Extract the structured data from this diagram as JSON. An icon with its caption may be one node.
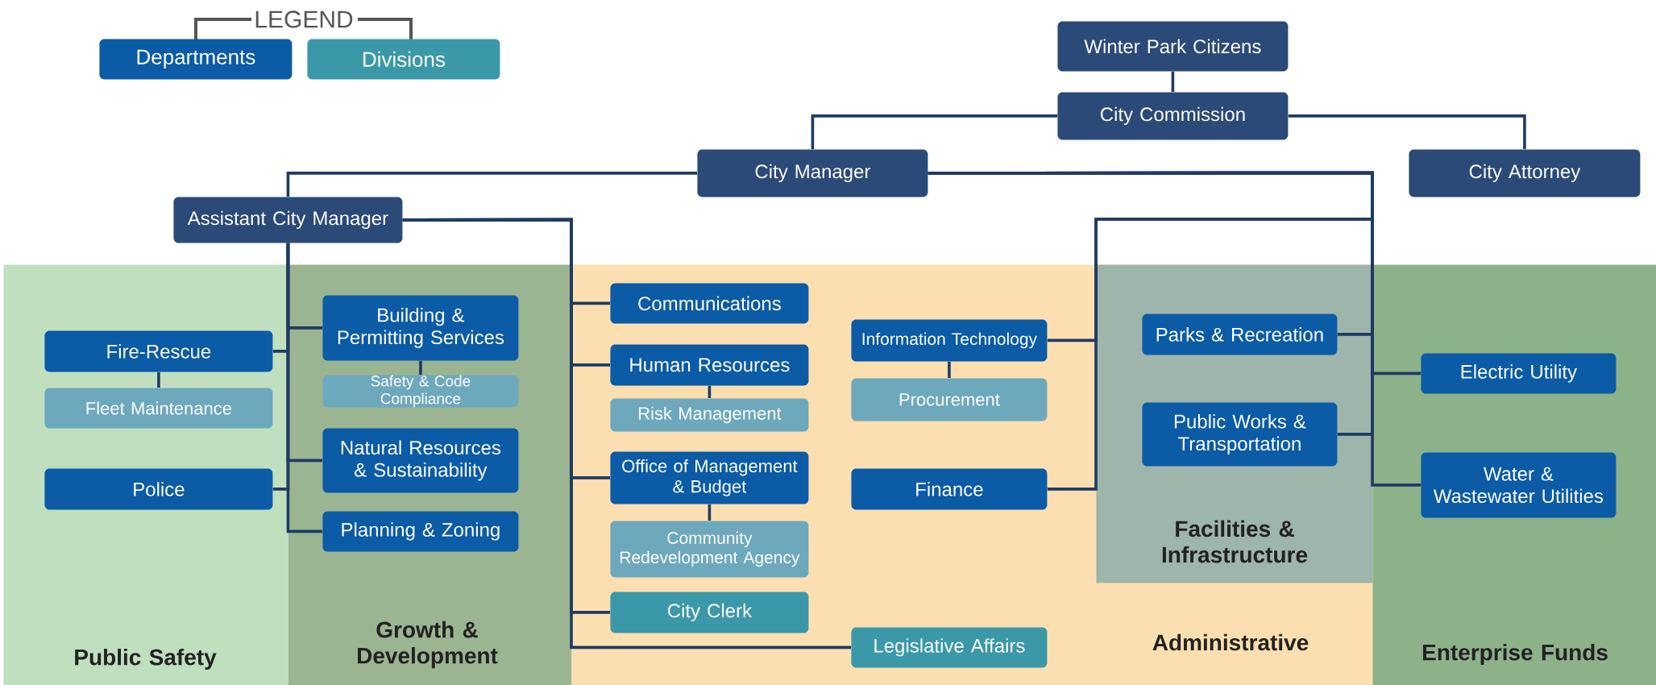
{
  "diagram": {
    "nodes": [
      {
        "text": [
          "Winter Park Citizens"
        ]
      },
      {
        "text": [
          "City Commission"
        ]
      },
      {
        "text": [
          "City Manager"
        ]
      },
      {
        "text": [
          "City Attorney"
        ]
      },
      {
        "text": [
          "Assistant City Manager"
        ]
      },
      {
        "text": [
          "Public Safety"
        ]
      },
      {
        "text": [
          "Fire-Rescue"
        ],
        "in": 5
      },
      {
        "text": [
          "Fleet Maintenance"
        ],
        "in": 5
      },
      {
        "text": [
          "Police"
        ],
        "in": 5
      },
      {
        "text": [
          "Growth & Development"
        ]
      },
      {
        "text": [
          "Building & Permitting Services"
        ],
        "in": 9
      },
      {
        "text": [
          "Safety & Code Compliance"
        ],
        "in": 9
      },
      {
        "text": [
          "Natural Resources & Sustainability"
        ],
        "in": 9
      },
      {
        "text": [
          "Planning & Zoning"
        ],
        "in": 9
      },
      {
        "text": [
          "Administrative"
        ]
      },
      {
        "text": [
          "Communications"
        ],
        "in": 14
      },
      {
        "text": [
          "Human Resources"
        ],
        "in": 14
      },
      {
        "text": [
          "Risk Management"
        ],
        "in": 14
      },
      {
        "text": [
          "Office of Management & Budget"
        ],
        "in": 14
      },
      {
        "text": [
          "Community Redevelopment Agency"
        ],
        "in": 14
      },
      {
        "text": [
          "City Clerk"
        ],
        "in": 14
      },
      {
        "text": [
          "Information Technology"
        ],
        "in": 14
      },
      {
        "text": [
          "Procurement"
        ],
        "in": 14
      },
      {
        "text": [
          "Finance"
        ],
        "in": 14
      },
      {
        "text": [
          "Legislative Affairs"
        ],
        "in": 14
      },
      {
        "text": [
          "Facilities & Infrastructure"
        ],
        "in": 14
      },
      {
        "text": [
          "Parks & Recreation"
        ],
        "in": 25
      },
      {
        "text": [
          "Public Works & Transportation"
        ],
        "in": 25
      },
      {
        "text": [
          "Enterprise Funds"
        ]
      },
      {
        "text": [
          "Electric Utility"
        ],
        "in": 28
      },
      {
        "text": [
          "Water & Wastewater Utilities"
        ],
        "in": 28
      }
    ],
    "edges": [
      {
        "from": 0,
        "to": 1,
        "arrow": "none"
      },
      {
        "from": 1,
        "to": 2,
        "arrow": "none"
      },
      {
        "from": 1,
        "to": 3,
        "arrow": "none"
      },
      {
        "from": 2,
        "to": 4,
        "arrow": "none"
      },
      {
        "from": 2,
        "to": 26,
        "arrow": "none"
      },
      {
        "from": 2,
        "to": 27,
        "arrow": "none"
      },
      {
        "from": 2,
        "to": 29,
        "arrow": "none"
      },
      {
        "from": 2,
        "to": 30,
        "arrow": "none"
      },
      {
        "from": 2,
        "to": 21,
        "arrow": "none"
      },
      {
        "from": 2,
        "to": 23,
        "arrow": "none"
      },
      {
        "from": 4,
        "to": 10,
        "arrow": "none"
      },
      {
        "from": 4,
        "to": 6,
        "arrow": "none"
      },
      {
        "from": 4,
        "to": 12,
        "arrow": "none"
      },
      {
        "from": 4,
        "to": 8,
        "arrow": "none"
      },
      {
        "from": 4,
        "to": 13,
        "arrow": "none"
      },
      {
        "from": 4,
        "to": 15,
        "arrow": "none"
      },
      {
        "from": 4,
        "to": 16,
        "arrow": "none"
      },
      {
        "from": 4,
        "to": 18,
        "arrow": "none"
      },
      {
        "from": 4,
        "to": 20,
        "arrow": "none"
      },
      {
        "from": 4,
        "to": 24,
        "arrow": "none"
      },
      {
        "from": 6,
        "to": 7,
        "arrow": "none"
      },
      {
        "from": 10,
        "to": 11,
        "arrow": "none"
      },
      {
        "from": 16,
        "to": 17,
        "arrow": "none"
      },
      {
        "from": 18,
        "to": 19,
        "arrow": "none"
      },
      {
        "from": 21,
        "to": 22,
        "arrow": "none"
      }
    ],
    "labels": [
      "LEGEND"
    ],
    "legend": [
      {
        "text": "Departments",
        "color": "#0b5ba6"
      },
      {
        "text": "Divisions",
        "color": "#3b98a8"
      }
    ]
  }
}
